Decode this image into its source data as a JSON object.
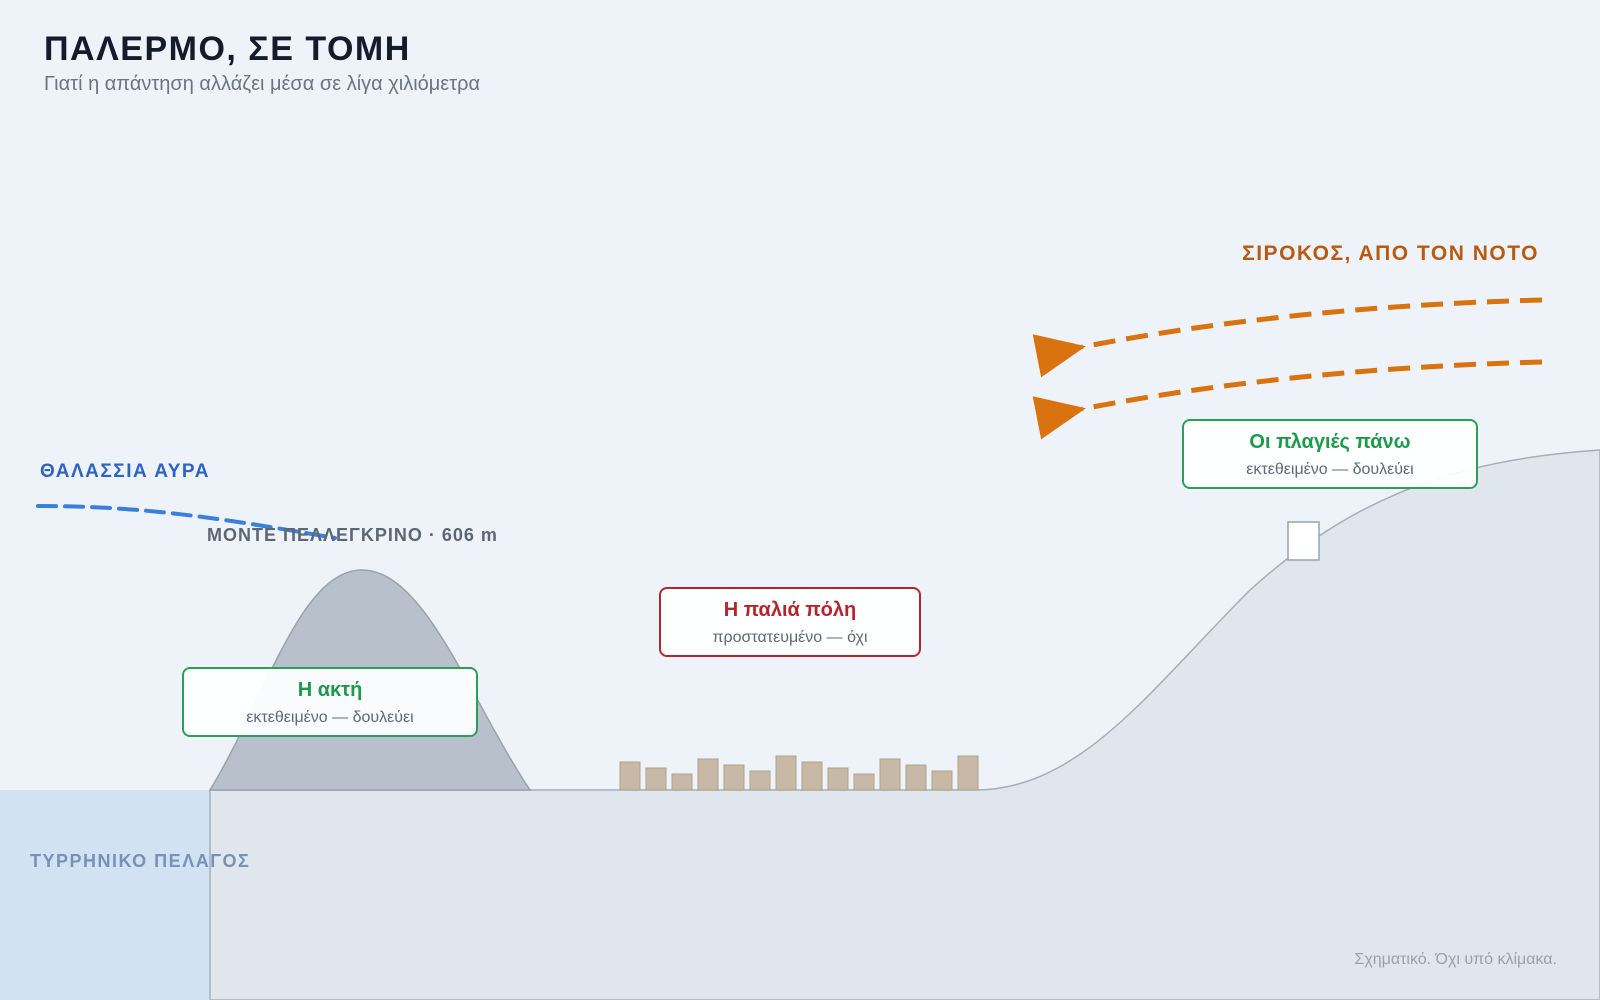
{
  "header": {
    "title": "ΠΑΛΕΡΜΟ, ΣΕ ΤΟΜΗ",
    "subtitle": "Γιατί η απάντηση αλλάζει μέσα σε λίγα χιλιόμετρα"
  },
  "winds": {
    "sirocco": "ΣΙΡΟΚΟΣ, ΑΠΟ ΤΟΝ ΝΟΤΟ",
    "sea_breeze": "ΘΑΛΑΣΣΙΑ ΑΥΡΑ"
  },
  "terrain": {
    "mountain": "ΜΟΝΤΕ ΠΕΛΛΕΓΚΡΙΝΟ · 606 m",
    "sea": "ΤΥΡΡΗΝΙΚΟ ΠΕΛΑΓΟΣ"
  },
  "callouts": {
    "coast": {
      "title": "Η ακτή",
      "status": "εκτεθειμένο — δουλεύει"
    },
    "old_town": {
      "title": "Η παλιά πόλη",
      "status": "προστατευμένο — όχι"
    },
    "slopes": {
      "title": "Οι πλαγιές πάνω",
      "status": "εκτεθειμένο — δουλεύει"
    }
  },
  "footnote": "Σχηματικό. Όχι υπό κλίμακα.",
  "colors": {
    "sirocco": "#d9730f",
    "sea_breeze": "#3b7fdc",
    "exposed": "#2e9e57",
    "sheltered": "#b3262e",
    "sea": "#d1e2f3",
    "ground": "#dfe6ee",
    "mountain": "#b8c0cc",
    "buildings": "#c7b9a5"
  }
}
